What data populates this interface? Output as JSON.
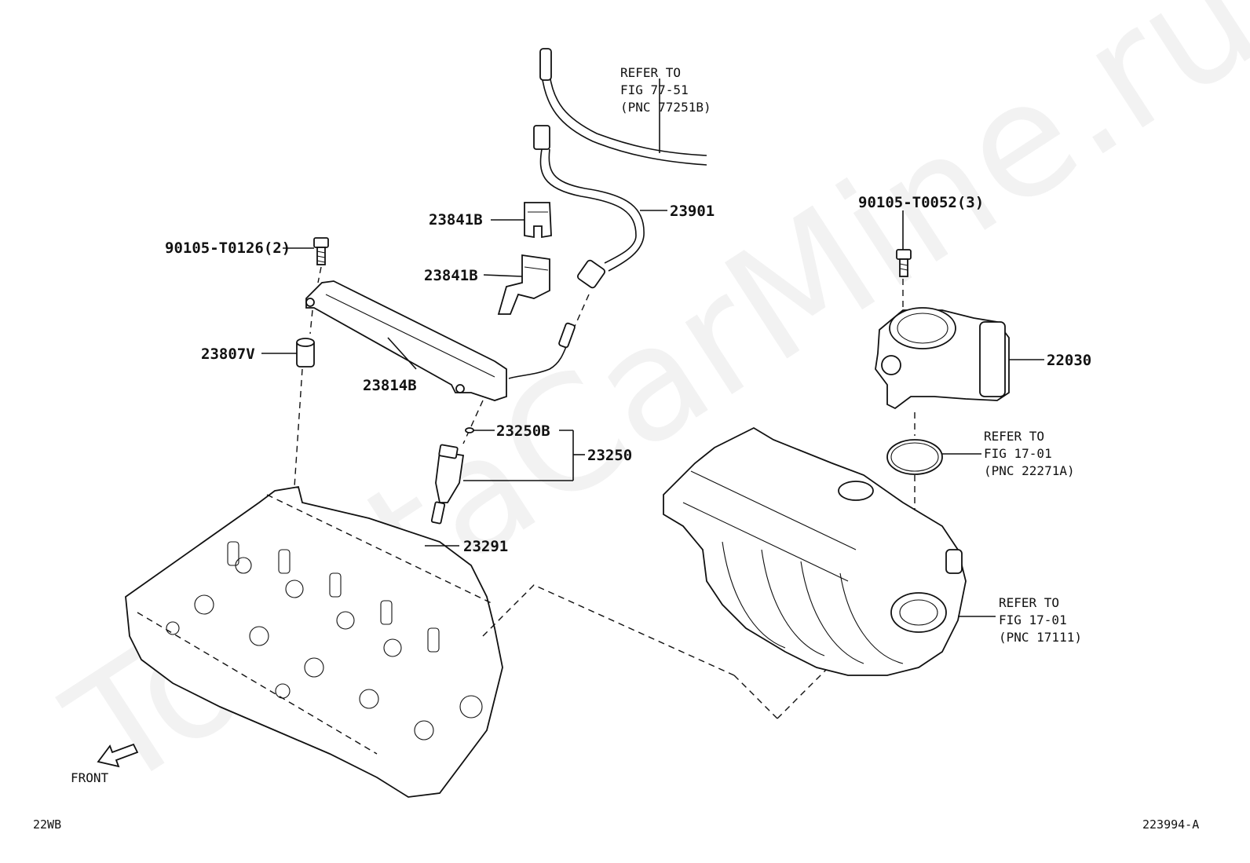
{
  "watermark": "ToyotaCarMine.ru",
  "parts": {
    "p23901": "23901",
    "p23841b_upper": "23841B",
    "p23841b_lower": "23841B",
    "p90105_t0126": "90105-T0126(2)",
    "p23807v": "23807V",
    "p23814b": "23814B",
    "p23250b": "23250B",
    "p23250": "23250",
    "p23291": "23291",
    "p90105_t0052": "90105-T0052(3)",
    "p22030": "22030"
  },
  "refs": {
    "fig77": [
      "REFER TO",
      "FIG 77-51",
      "(PNC 77251B)"
    ],
    "fig17_gasket": [
      "REFER TO",
      "FIG 17-01",
      "(PNC 22271A)"
    ],
    "fig17_manifold": [
      "REFER TO",
      "FIG 17-01",
      "(PNC 17111)"
    ]
  },
  "front_label": "FRONT",
  "corner": {
    "left": "22WB",
    "right": "223994-A"
  }
}
